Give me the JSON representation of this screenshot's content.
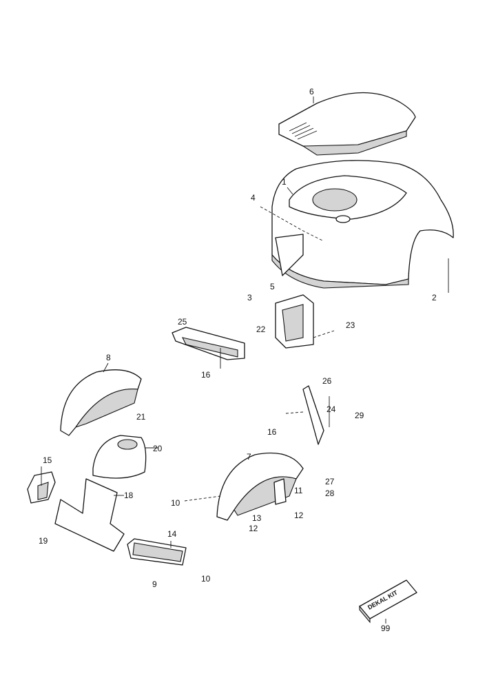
{
  "diagram": {
    "callouts": [
      "6",
      "1",
      "4",
      "5",
      "3",
      "2",
      "22",
      "23",
      "25",
      "16",
      "8",
      "21",
      "20",
      "26",
      "24",
      "29",
      "16",
      "15",
      "18",
      "7",
      "27",
      "28",
      "11",
      "10",
      "13",
      "12",
      "12",
      "19",
      "14",
      "9",
      "10",
      "99"
    ],
    "decal_kit_label": "DEKAL KIT"
  }
}
